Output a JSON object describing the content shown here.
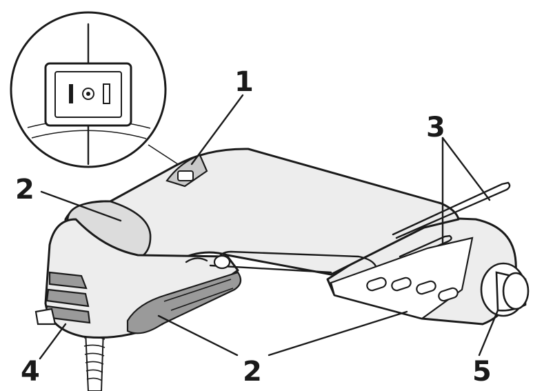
{
  "callouts": [
    {
      "id": "1",
      "text": "1"
    },
    {
      "id": "2a",
      "text": "2"
    },
    {
      "id": "2b",
      "text": "2"
    },
    {
      "id": "3",
      "text": "3"
    },
    {
      "id": "4",
      "text": "4"
    },
    {
      "id": "5",
      "text": "5"
    }
  ],
  "colors": {
    "outline": "#1a1a1a",
    "body": "#ededed",
    "grip": "#9a9a9a",
    "background": "#ffffff"
  }
}
